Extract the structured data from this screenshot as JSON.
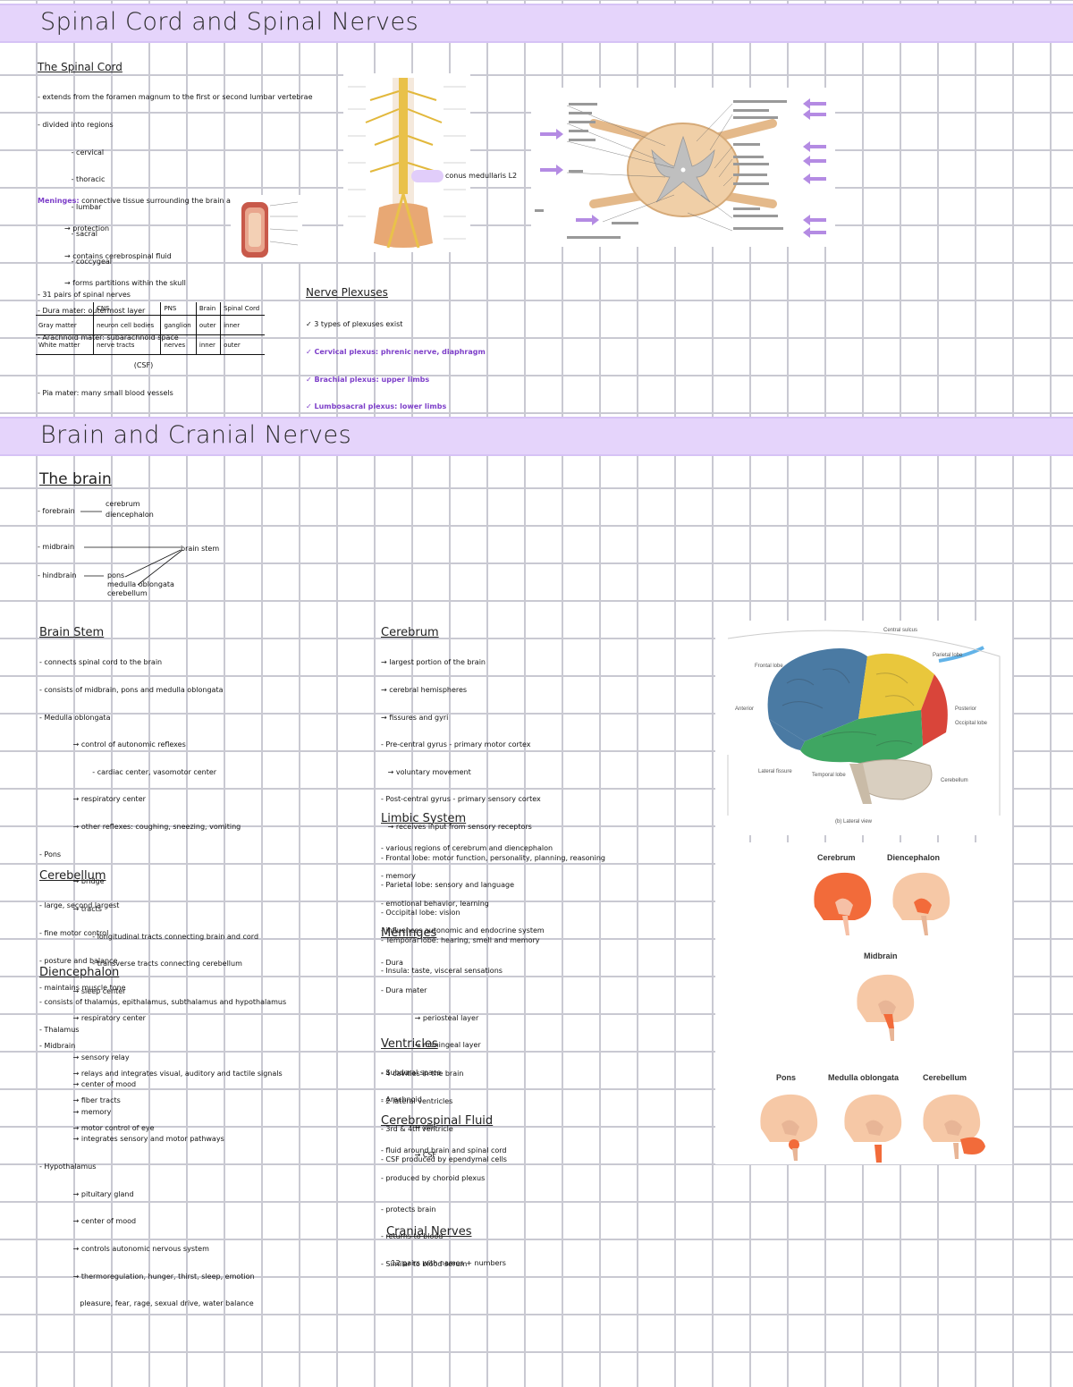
{
  "sections": {
    "spinal_title": "Spinal Cord and Spinal Nerves",
    "brain_title": "Brain and Cranial Nerves"
  },
  "spinal_cord": {
    "heading": "The Spinal Cord",
    "lines": [
      "- extends from the foramen magnum to the first or second lumbar vertebrae",
      "- divided into regions",
      "   - cervical",
      "   - thoracic",
      "   - lumbar",
      "   - sacral",
      "   - coccygeal",
      "- 31 pairs of spinal nerves"
    ],
    "meninges_label": "Meninges:",
    "meninges_text": " connective tissue surrounding the brain and spinal cord",
    "meninges_lines": [
      "→ protection",
      "→ contains cerebrospinal fluid",
      "→ forms partitions within the skull",
      "- Dura mater: outermost layer",
      "- Arachnoid mater: subarachnoid space",
      "     (CSF)",
      "- Pia mater: many small blood vessels"
    ],
    "conus_label": "conus medullaris L2"
  },
  "matter_table": {
    "headers": [
      "",
      "CNS",
      "PNS",
      "Brain",
      "Spinal Cord"
    ],
    "rows": [
      [
        "Gray matter",
        "neuron cell bodies",
        "ganglion",
        "outer",
        "inner"
      ],
      [
        "White matter",
        "nerve tracts",
        "nerves",
        "inner",
        "outer"
      ]
    ]
  },
  "nerve_plexuses": {
    "heading": "Nerve Plexuses",
    "lines": [
      "✓ 3 types of plexuses exist",
      "✓ Cervical plexus: phrenic nerve, diaphragm",
      "✓ Brachial plexus: upper limbs",
      "✓ Lumbosacral plexus: lower limbs"
    ]
  },
  "brain": {
    "heading": "The brain",
    "tree": {
      "forebrain": "- forebrain",
      "cerebrum": "cerebrum",
      "diencephalon": "diencephalon",
      "midbrain": "- midbrain",
      "hindbrain": "- hindbrain",
      "brainstem": "brain stem",
      "pons": "pons",
      "medulla": "medulla oblongata",
      "cerebellum": "cerebellum"
    }
  },
  "brain_stem": {
    "heading": "Brain Stem",
    "lines": [
      "- connects spinal cord to the brain",
      "- consists of midbrain, pons and medulla oblongata",
      "- Medulla oblongata",
      "   → control of autonomic reflexes",
      "      - cardiac center, vasomotor center",
      "   → respiratory center",
      "   → other reflexes: coughing, sneezing, vomiting",
      "- Pons",
      "   → bridge",
      "   → tracts",
      "      - longitudinal tracts connecting brain and cord",
      "      - transverse tracts connecting cerebellum",
      "   → sleep center",
      "   → respiratory center",
      "- Midbrain",
      "   → relays and integrates visual, auditory and tactile signals",
      "   → fiber tracts",
      "   → motor control of eye"
    ]
  },
  "cerebellum": {
    "heading": "Cerebellum",
    "lines": [
      "- large, second largest",
      "- fine motor control",
      "- posture and balance",
      "- maintains muscle tone"
    ]
  },
  "diencephalon": {
    "heading": "Diencephalon",
    "lines": [
      "- consists of thalamus, epithalamus, subthalamus and hypothalamus",
      "- Thalamus",
      "   → sensory relay",
      "   → center of mood",
      "   → memory",
      "   → integrates sensory and motor pathways",
      "- Hypothalamus",
      "   → pituitary gland",
      "   → center of mood",
      "   → controls autonomic nervous system",
      "   → thermoregulation, hunger, thirst, sleep, emotion",
      "      pleasure, fear, rage, sexual drive, water balance"
    ]
  },
  "cerebrum": {
    "heading": "Cerebrum",
    "lines": [
      "→ largest portion of the brain",
      "→ cerebral hemispheres",
      "→ fissures and gyri",
      "- Pre-central gyrus - primary motor cortex",
      "   → voluntary movement",
      "- Post-central gyrus - primary sensory cortex",
      "   → receives input from sensory receptors",
      "- Frontal lobe: motor function, personality, planning, reasoning",
      "- Parietal lobe: sensory and language",
      "- Occipital lobe: vision",
      "- Temporal lobe: hearing, smell and memory",
      "- Insula: taste, visceral sensations"
    ]
  },
  "limbic": {
    "heading": "Limbic System",
    "lines": [
      "- various regions of cerebrum and diencephalon",
      "- memory",
      "- emotional behavior, learning",
      "- influences autonomic and endocrine system"
    ]
  },
  "meninges2": {
    "heading": "Meninges",
    "lines": [
      "- Dura",
      "- Dura mater",
      "   → periosteal layer",
      "   → meningeal layer",
      "- Subdural space",
      "- Arachnoid",
      "   → villi",
      "   → CSF"
    ]
  },
  "ventricles": {
    "heading": "Ventricles",
    "lines": [
      "- 4 cavities in the brain",
      "- 2 lateral ventricles",
      "- 3rd & 4th ventricle",
      "- CSF produced by ependymal cells"
    ]
  },
  "csf": {
    "heading": "Cerebrospinal Fluid",
    "lines": [
      "- fluid around brain and spinal cord",
      "- produced by choroid plexus",
      "- protects brain",
      "- returns to blood",
      "- Similar to blood serum"
    ]
  },
  "cranial_nerves": {
    "heading": "Cranial Nerves",
    "lines": [
      "- 12 pairs with names + numbers"
    ]
  },
  "figure_lobes": {
    "labels": {
      "central_sulcus": "Central sulcus",
      "frontal": "Frontal lobe",
      "parietal": "Parietal lobe",
      "anterior": "Anterior",
      "posterior": "Posterior",
      "occipital": "Occipital lobe",
      "lateral_fissure": "Lateral fissure",
      "temporal": "Temporal lobe",
      "cerebellum": "Cerebellum",
      "caption": "(b) Lateral view"
    }
  },
  "figure_regions": {
    "cerebrum": "Cerebrum",
    "diencephalon": "Diencephalon",
    "midbrain": "Midbrain",
    "pons": "Pons",
    "medulla": "Medulla oblongata",
    "cerebellum": "Cerebellum"
  },
  "colors": {
    "band": "#e5d4fb",
    "accent": "#7d3fc9",
    "frontal": "#4a7aa3",
    "parietal": "#e9c73c",
    "temporal": "#3fa662",
    "occipital": "#d9453a",
    "highlight": "#f26b3a"
  }
}
